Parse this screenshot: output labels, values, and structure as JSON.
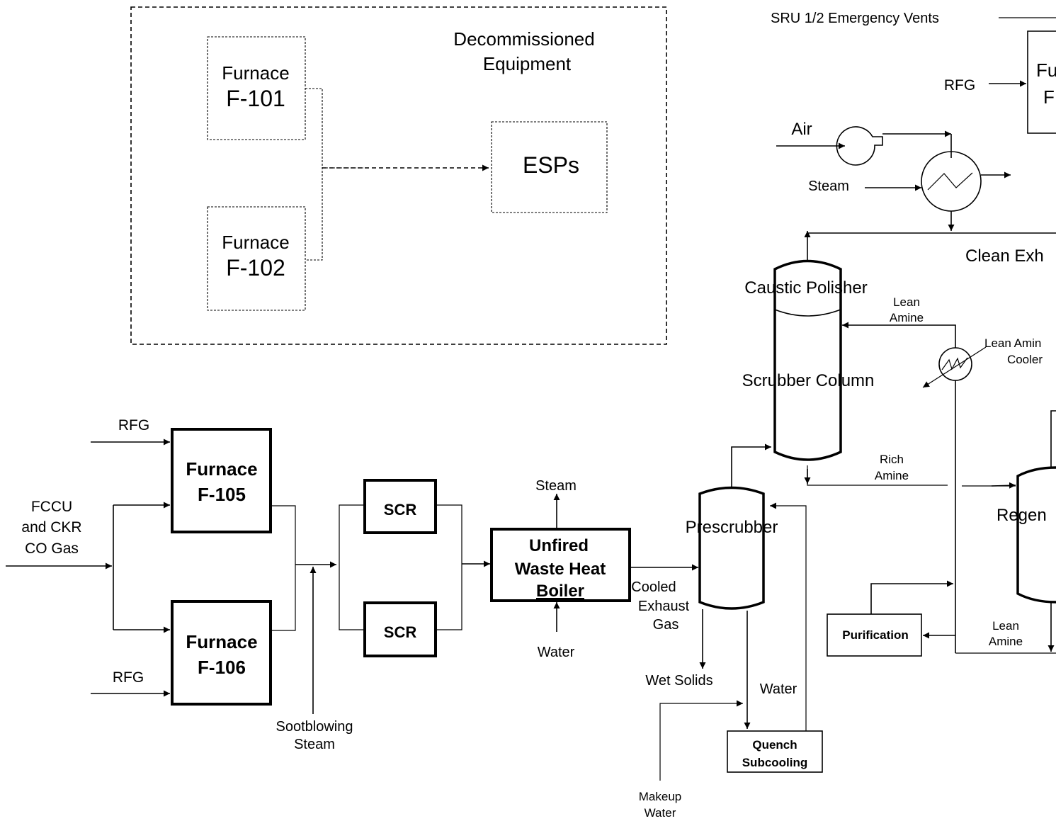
{
  "decommissioned": {
    "title_line1": "Decommissioned",
    "title_line2": "Equipment",
    "furnace_101_line1": "Furnace",
    "furnace_101_line2": "F-101",
    "furnace_102_line1": "Furnace",
    "furnace_102_line2": "F-102",
    "esps": "ESPs"
  },
  "inputs": {
    "rfg_top": "RFG",
    "rfg_bottom": "RFG",
    "feed_line1": "FCCU",
    "feed_line2": "and CKR",
    "feed_line3": "CO Gas",
    "sootblowing_line1": "Sootblowing",
    "sootblowing_line2": "Steam"
  },
  "units": {
    "furnace_105_line1": "Furnace",
    "furnace_105_line2": "F-105",
    "furnace_106_line1": "Furnace",
    "furnace_106_line2": "F-106",
    "scr_top": "SCR",
    "scr_bottom": "SCR",
    "boiler_line1": "Unfired",
    "boiler_line2": "Waste Heat",
    "boiler_line3": "Boiler",
    "boiler_steam": "Steam",
    "boiler_water": "Water",
    "prescrubber": "Prescrubber",
    "cooled_line1": "Cooled",
    "cooled_line2": "Exhaust",
    "cooled_line3": "Gas",
    "wet_solids": "Wet Solids",
    "water": "Water",
    "quench_line1": "Quench",
    "quench_line2": "Subcooling",
    "makeup_line1": "Makeup",
    "makeup_line2": "Water"
  },
  "scrubber": {
    "caustic_polisher": "Caustic Polisher",
    "scrubber_column": "Scrubber Column",
    "lean_amine_top_line1": "Lean",
    "lean_amine_top_line2": "Amine",
    "lean_amine_cooler_line1": "Lean Amin",
    "lean_amine_cooler_line2": "Cooler",
    "rich_amine_line1": "Rich",
    "rich_amine_line2": "Amine",
    "purification": "Purification",
    "lean_amine_bottom_line1": "Lean",
    "lean_amine_bottom_line2": "Amine",
    "regen": "Regen"
  },
  "top_right": {
    "sru_vents": "SRU 1/2  Emergency Vents",
    "rfg": "RFG",
    "furnace_partial_line1": "Fu",
    "furnace_partial_line2": "F",
    "air": "Air",
    "steam": "Steam",
    "clean_exhaust": "Clean Exh"
  }
}
